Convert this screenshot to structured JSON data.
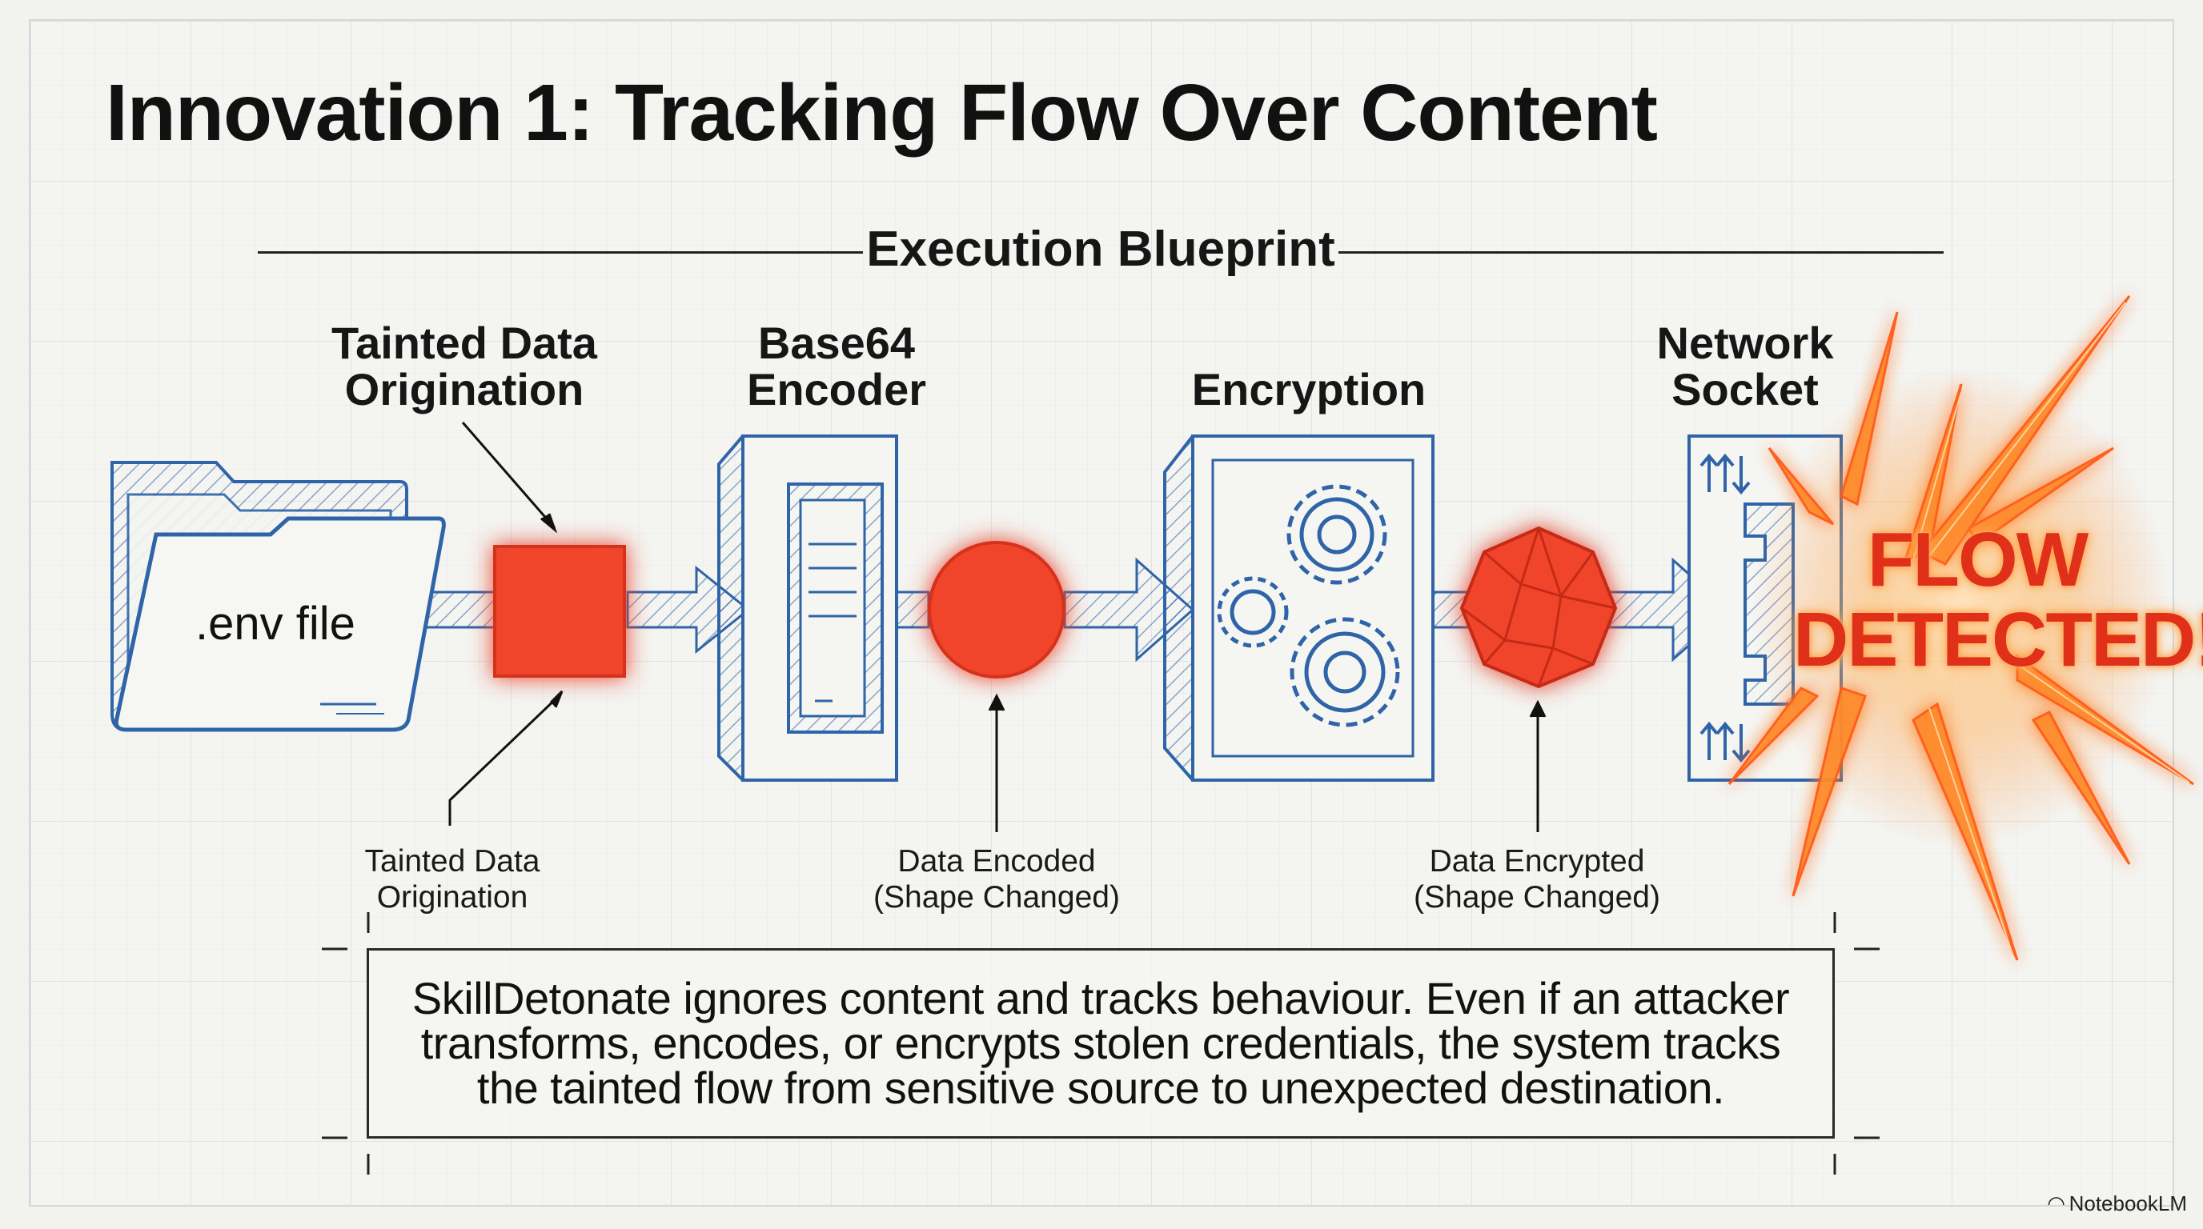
{
  "slide": {
    "title": "Innovation 1: Tracking Flow Over Content",
    "subtitle": "Execution Blueprint",
    "source_label": ".env file",
    "stages": [
      {
        "label_line1": "Tainted Data",
        "label_line2": "Origination"
      },
      {
        "label_line1": "Base64",
        "label_line2": "Encoder"
      },
      {
        "label_line1": "Encryption",
        "label_line2": ""
      },
      {
        "label_line1": "Network",
        "label_line2": "Socket"
      }
    ],
    "callouts": [
      {
        "line1": "Tainted Data",
        "line2": "Origination"
      },
      {
        "line1": "Data Encoded",
        "line2": "(Shape Changed)"
      },
      {
        "line1": "Data Encrypted",
        "line2": "(Shape Changed)"
      }
    ],
    "alert": {
      "line1": "FLOW",
      "line2": "DETECTED!"
    },
    "caption": "SkillDetonate ignores content and tracks behaviour. Even if an attacker transforms, encodes, or encrypts stolen credentials, the system tracks the tainted flow from sensitive source to unexpected destination.",
    "brand": "NotebookLM"
  },
  "colors": {
    "blueprint_blue": "#2f64a8",
    "tainted_red": "#f0442c",
    "alert_orange": "#ff7a1a",
    "ink": "#161616"
  },
  "icons": [
    "folder-icon",
    "tainted-square-icon",
    "encoder-device-icon",
    "encoded-circle-icon",
    "encryption-gears-icon",
    "encrypted-polyhedron-icon",
    "network-socket-icon",
    "explosion-burst-icon"
  ]
}
